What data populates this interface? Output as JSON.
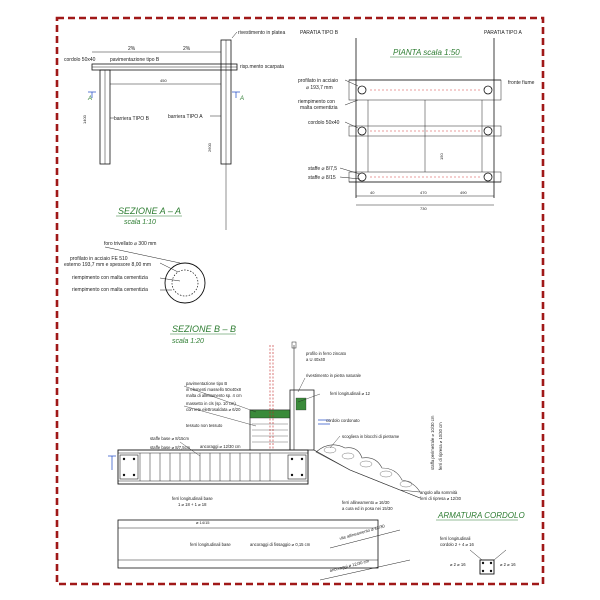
{
  "sheet": {
    "border_color": "#a01818",
    "accent_green": "#2e7d32",
    "accent_blue": "#1a46c4"
  },
  "sez_aa": {
    "title": "SEZIONE A – A",
    "scale": "scala 1:10",
    "slope_left": "2%",
    "slope_right": "2%",
    "pav_label": "pavimentazione tipo B",
    "cordolo_label": "cordolo 50x40",
    "rivestimento": "rivestimento in platea",
    "risp_scarpata": "risp.mento scarpata",
    "bar_b_label": "barriera TIPO B",
    "bar_a_label": "barriera TIPO A",
    "section_mark_a": "A",
    "dim_450": "450",
    "dim_2600": "2600",
    "dim_1400": "1400"
  },
  "pianta": {
    "title": "PIANTA scala 1:50",
    "parapetto_b": "PARATIA TIPO B",
    "parapetto_a": "PARATIA TIPO A",
    "fronte": "fronte fiume",
    "profilato": "profilato in acciaio",
    "profilato_dim": "⌀ 193,7 mm",
    "riempimento": "riempimento con",
    "riempimento2": "malta cementizia",
    "cordolo": "cordolo 50x40",
    "staffe1": "staffe ⌀ 8/7,5",
    "staffe2": "staffe ⌀ 8/15",
    "dim_470": "470",
    "dim_490": "490",
    "dim_40": "40",
    "dim_150": "150",
    "dim_total": "730"
  },
  "foro": {
    "foro_label": "foro trivellato ⌀ 300 mm",
    "profilato": "profilato in acciaio FE 510",
    "profilato2": "esterno 193,7 mm e spessore 8,00 mm",
    "riemp1": "riempimento con malta cementizia",
    "riemp2": "riempimento con malta cementizia"
  },
  "sez_bb": {
    "title": "SEZIONE B – B",
    "scale": "scala 1:20",
    "annot1": "pavimentazione tipo B",
    "annot2": "in elementi massello 50x40x8",
    "annot3": "malta di allettamento sp. 4 cm",
    "annot4": "massetto in cls (sp. 10 cm)",
    "annot5": "con rete elettrosaldata ⌀ 6/20",
    "annot6": "tessuto non tessuto",
    "annot7": "ferri longitudinali ⌀ 12",
    "staffe_a": "staffe base ⌀ 8/15cm",
    "staffe_b": "staffe base ⌀ 8/7,5cm",
    "ferri_base": "ferri longitudinali base",
    "ferri_base2": "1 ⌀ 18 + 1 ⌀ 18",
    "ancoraggio": "ancoraggi ⌀ 12/30 cm",
    "pietrame": "scogliera in blocchi di pietrame",
    "profilato": "profilo in ferro zincato",
    "profilato2": "a U 40x40",
    "rivestimento": "rivestimento in pietra naturale",
    "cordolo_label": "cordolo cordonato",
    "quota1": "staffa perimetrale ⌀ 10/30 cm",
    "quota2": "ferri di ripresa ⌀ 10/30 cm",
    "angolo": "angolo alla sommità",
    "angolo2": "ferri di ripresa ⌀ 12/30",
    "misure": "ferri allineamento ⌀ 16/30",
    "misure2": "a cura ed in posa nei 15/30",
    "bottom_label1": "ferri longitudinali base",
    "bottom_label2": "ancoraggi di fissaggio ⌀ 0,15 cm",
    "bottom_label3": "vite allineamento ⌀ 12/30",
    "bottom_label4": "ancoraggi ⌀ 12/30 cm",
    "rebar_note": "⌀ 14/15"
  },
  "armatura": {
    "title": "ARMATURA CORDOLO",
    "label1": "ferri longitudinali",
    "label2": "cordolo 2 + 4 ⌀ 16",
    "label3": "⌀ 2 ⌀ 16",
    "label4": "⌀ 2 ⌀ 16"
  }
}
